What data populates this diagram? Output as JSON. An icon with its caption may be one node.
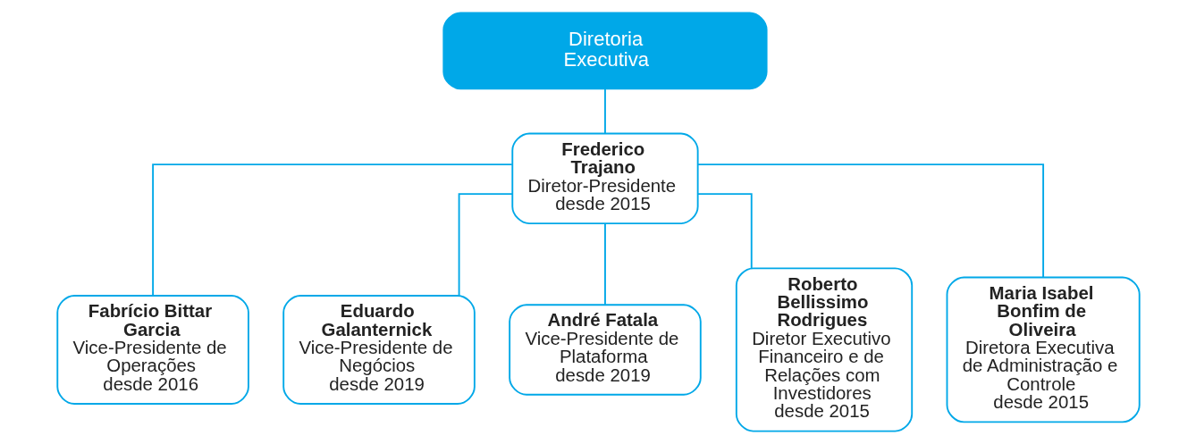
{
  "diagram": {
    "nodes": [
      {
        "text": [
          "Diretoria Executiva"
        ]
      },
      {
        "text": [
          "Frederico Trajano",
          "Diretor-Presidente",
          "desde 2015"
        ]
      },
      {
        "text": [
          "Fabrício Bittar Garcia",
          "Vice-Presidente de Operações",
          "desde 2016"
        ]
      },
      {
        "text": [
          "Eduardo Galanternick",
          "Vice-Presidente de Negócios",
          "desde 2019"
        ]
      },
      {
        "text": [
          "André Fatala",
          "Vice-Presidente de Plataforma",
          "desde 2019"
        ]
      },
      {
        "text": [
          "Roberto Bellissimo Rodrigues",
          "Diretor Executivo Financeiro e de Relações com Investidores",
          "desde 2015"
        ]
      },
      {
        "text": [
          "Maria Isabel Bonfim de Oliveira",
          "Diretora Executiva de Administração e Controle",
          "desde 2015"
        ]
      }
    ],
    "edges": [
      {
        "from": 0,
        "to": 1,
        "arrow": "none"
      },
      {
        "from": 1,
        "to": 2,
        "arrow": "none"
      },
      {
        "from": 1,
        "to": 3,
        "arrow": "none"
      },
      {
        "from": 1,
        "to": 4,
        "arrow": "none"
      },
      {
        "from": 1,
        "to": 5,
        "arrow": "none"
      },
      {
        "from": 1,
        "to": 6,
        "arrow": "none"
      }
    ]
  }
}
